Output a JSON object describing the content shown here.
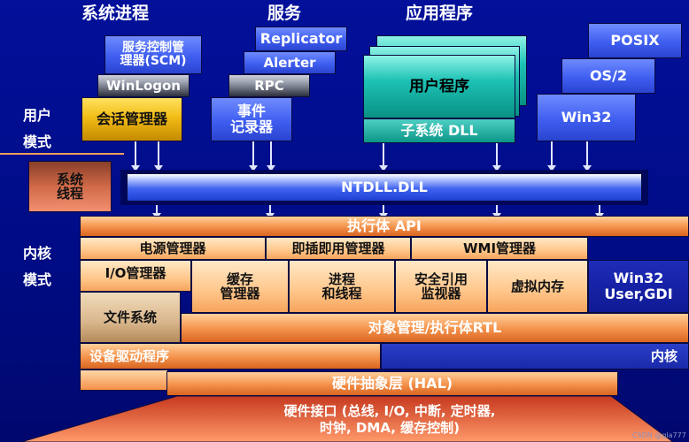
{
  "headers": {
    "system_processes": "系统进程",
    "services": "服务",
    "applications": "应用程序"
  },
  "modes": {
    "user": [
      "用户",
      "模式"
    ],
    "kernel": [
      "内核",
      "模式"
    ]
  },
  "user_mode": {
    "scm": [
      "服务控制管",
      "理器(SCM)"
    ],
    "winlogon": "WinLogon",
    "session_manager": "会话管理器",
    "replicator": "Replicator",
    "alerter": "Alerter",
    "rpc": "RPC",
    "event_logger": [
      "事件",
      "记录器"
    ],
    "user_app": "用户程序",
    "subsystem_dll": "子系统 DLL",
    "posix": "POSIX",
    "os2": "OS/2",
    "win32": "Win32",
    "system_threads": [
      "系统",
      "线程"
    ]
  },
  "ntdll": "NTDLL.DLL",
  "kernel_mode": {
    "executive_api": "执行体 API",
    "power_manager": "电源管理器",
    "pnp_manager": "即插即用管理器",
    "wmi_manager": "WMI管理器",
    "io_manager": "I/O管理器",
    "cache_manager": [
      "缓存",
      "管理器"
    ],
    "process_thread": [
      "进程",
      "和线程"
    ],
    "security_monitor": [
      "安全引用",
      "监视器"
    ],
    "virtual_memory": "虚拟内存",
    "win32_user_gdi": [
      "Win32",
      "User,GDI"
    ],
    "file_system": "文件系统",
    "object_manager": "对象管理/执行体RTL",
    "device_drivers": "设备驱动程序",
    "kernel": "内核",
    "hal": "硬件抽象层 (HAL)",
    "hardware_interface": [
      "硬件接口 (总线, I/O, 中断, 定时器,",
      "时钟, DMA, 缓存控制)"
    ]
  },
  "watermark": "CSDN @gla777"
}
